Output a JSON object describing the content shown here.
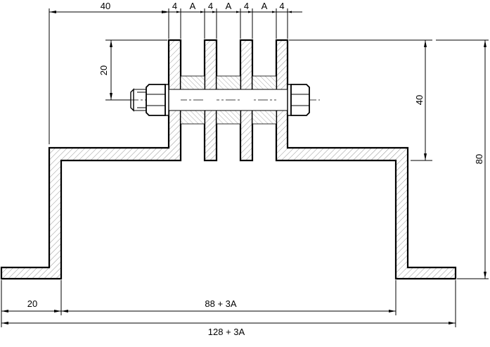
{
  "drawing": {
    "dimensions": {
      "top_width": "40",
      "plate_thickness_1": "4",
      "gap_1": "A",
      "plate_thickness_2": "4",
      "gap_2": "A",
      "plate_thickness_3": "4",
      "gap_3": "A",
      "plate_thickness_4": "4",
      "bolt_height": "20",
      "fin_height": "40",
      "total_height": "80",
      "flange_width": "20",
      "inner_width": "88 + 3A",
      "total_width": "128 + 3A"
    }
  }
}
